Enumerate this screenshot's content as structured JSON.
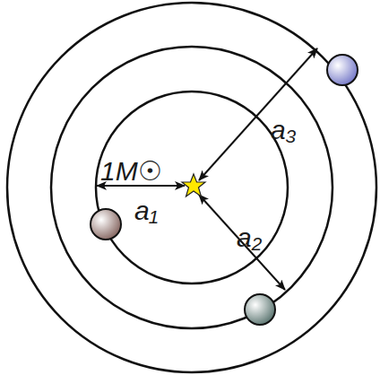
{
  "diagram": {
    "labels": [
      "1M☉",
      "a₁",
      "a₂",
      "a₃"
    ]
  }
}
